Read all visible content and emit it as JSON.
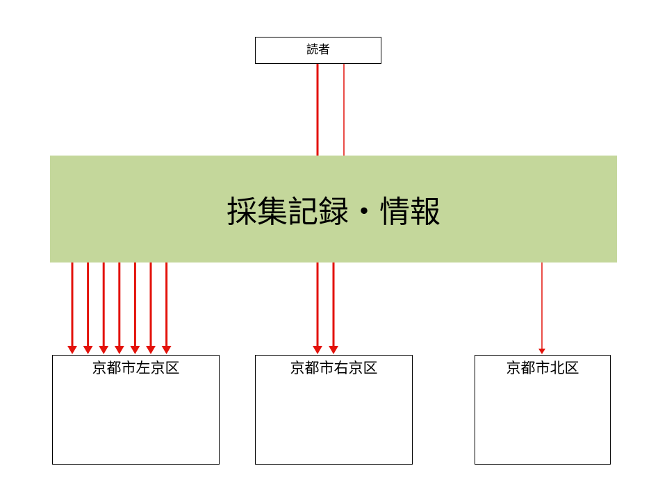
{
  "colors": {
    "band": "#c4d79b",
    "arrow": "#e3120b",
    "border": "#000000",
    "background": "#ffffff"
  },
  "reader": {
    "label": "読者"
  },
  "center": {
    "label": "採集記録・情報"
  },
  "wards": [
    {
      "label": "京都市左京区",
      "arrow_count": 7
    },
    {
      "label": "京都市右京区",
      "arrow_count": 2
    },
    {
      "label": "京都市北区",
      "arrow_count": 1
    }
  ]
}
